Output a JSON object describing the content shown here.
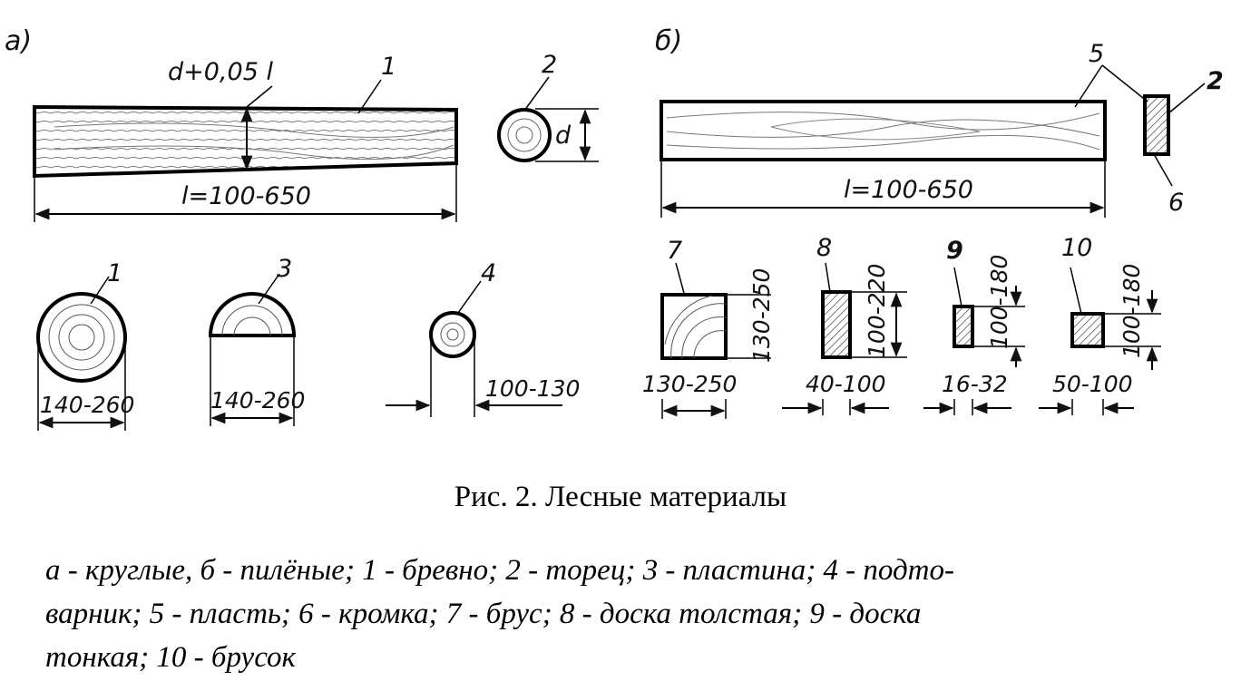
{
  "figure": {
    "panel_a": "а)",
    "panel_b": "б)",
    "labels": {
      "log_top": "1",
      "log_end_top": "2",
      "log_section": "1",
      "plate": "3",
      "pole": "4",
      "face": "5",
      "board_end_top": "2",
      "edge": "6",
      "beam": "7",
      "thick_board": "8",
      "thin_board": "9",
      "bar": "10"
    },
    "dims": {
      "taper": "d+0,05 l",
      "log_length": "l=100-650",
      "diameter": "d",
      "log_diam": "140-260",
      "plate_width": "140-260",
      "pole_diam": "100-130",
      "board_length": "l=100-650",
      "beam_w": "130-250",
      "beam_h": "130-250",
      "thick_w": "40-100",
      "thick_h": "100-220",
      "thin_w": "16-32",
      "thin_h": "100-180",
      "bar_w": "50-100",
      "bar_h": "100-180"
    }
  },
  "caption": {
    "title": "Рис. 2. Лесные материалы",
    "legend": "а - круглые, б - пилёные; 1 - бревно; 2 - торец; 3 - пластина; 4 - подто-\nварник; 5 - пласть; 6 - кромка; 7 - брус; 8 - доска толстая; 9 - доска\nтонкая; 10 - брусок"
  }
}
